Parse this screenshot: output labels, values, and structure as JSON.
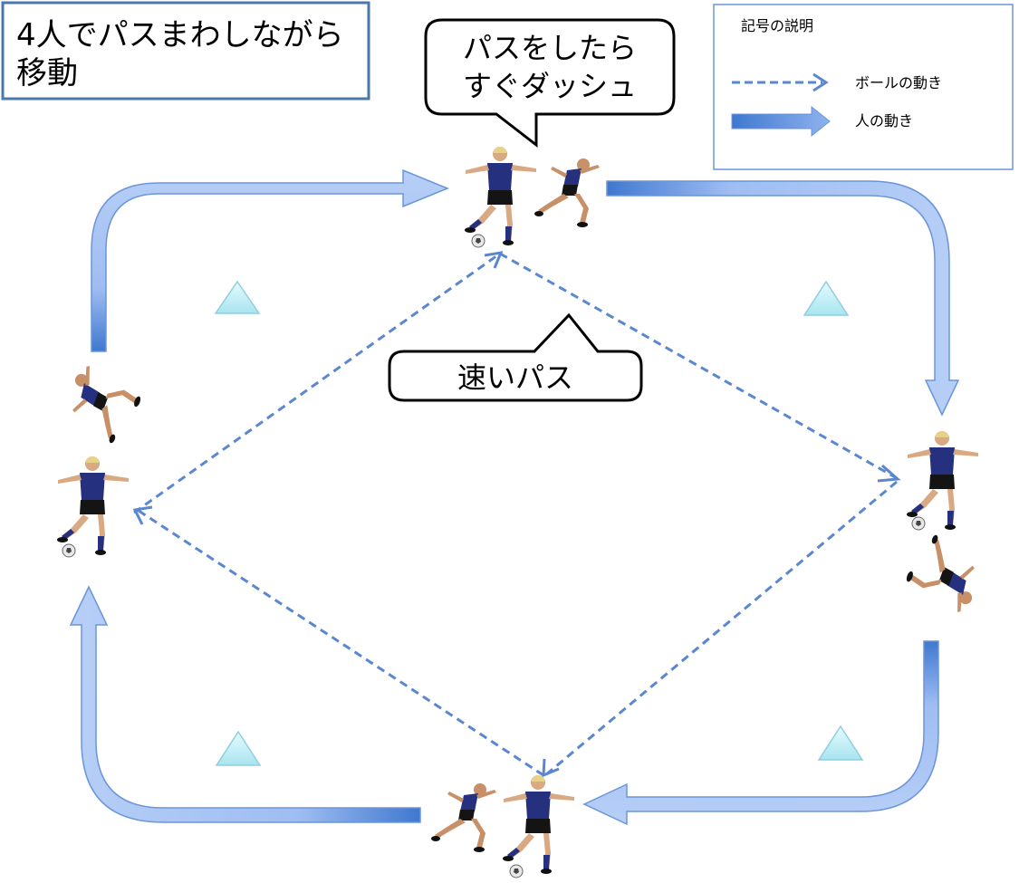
{
  "title_box": {
    "line1": "4人でパスまわしながら",
    "line2": "移動"
  },
  "callout_top": {
    "line1": "パスをしたら",
    "line2": "すぐダッシュ"
  },
  "callout_center": {
    "text": "速いパス"
  },
  "legend": {
    "title": "記号の説明",
    "ball_label": "ボールの動き",
    "person_label": "人の動き"
  },
  "colors": {
    "arrow_light": "#9fbdf2",
    "arrow_dark": "#3f78d0",
    "arrow_stroke": "#6b95d8",
    "dashed": "#5a87cf",
    "cone_fill": "#bdeef6",
    "cone_stroke": "#8fcfe0",
    "shirt": "#25307e",
    "shorts": "#141414",
    "skin": "#d8a982",
    "title_border": "#4a77ae"
  },
  "icons": {
    "player": "soccer-player-icon",
    "runner": "sprinting-player-icon",
    "ball": "soccer-ball-icon",
    "cone": "triangle-cone-icon"
  }
}
